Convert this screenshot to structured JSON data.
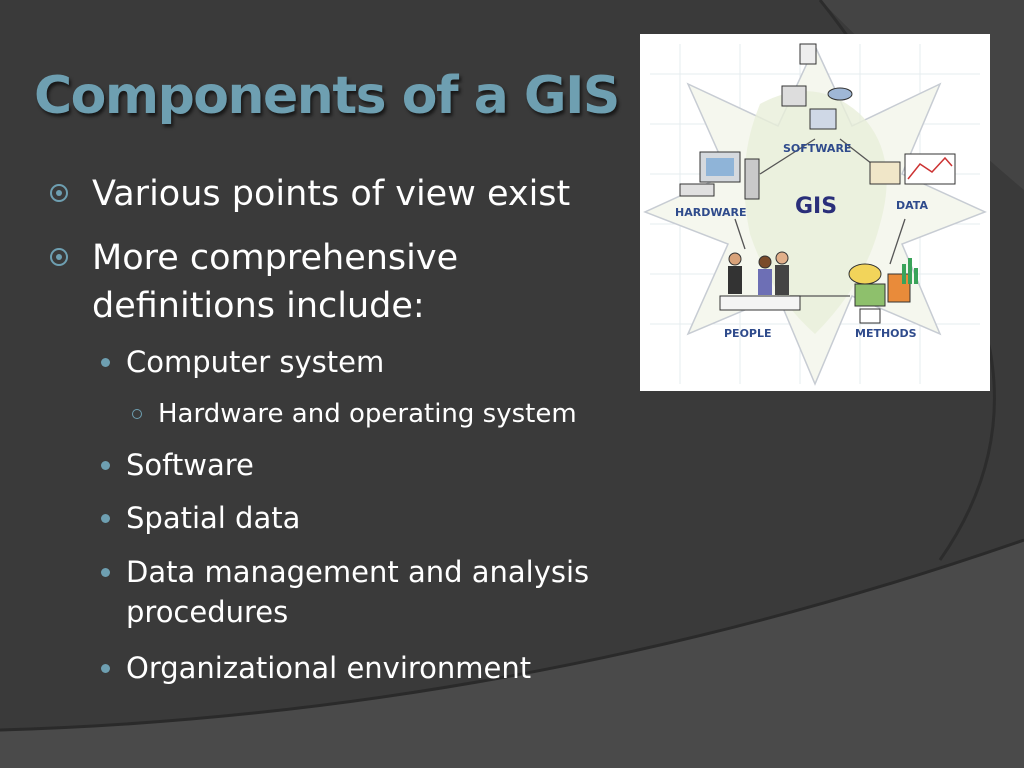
{
  "slide": {
    "title": "Components of a GIS",
    "bullets": [
      {
        "text": "Various points of view exist"
      },
      {
        "text": "More comprehensive definitions include:"
      }
    ],
    "sub_bullets": [
      {
        "text": "Computer system",
        "children": [
          {
            "text": "Hardware and operating system"
          }
        ]
      },
      {
        "text": "Software"
      },
      {
        "text": "Spatial data"
      },
      {
        "text": "Data management and analysis procedures"
      },
      {
        "text": "Organizational environment"
      }
    ]
  },
  "diagram": {
    "center": "GIS",
    "labels": [
      "SOFTWARE",
      "DATA",
      "HARDWARE",
      "PEOPLE",
      "METHODS"
    ]
  },
  "colors": {
    "background": "#3a3a3a",
    "accent": "#6e9fb1",
    "text": "#ffffff"
  }
}
